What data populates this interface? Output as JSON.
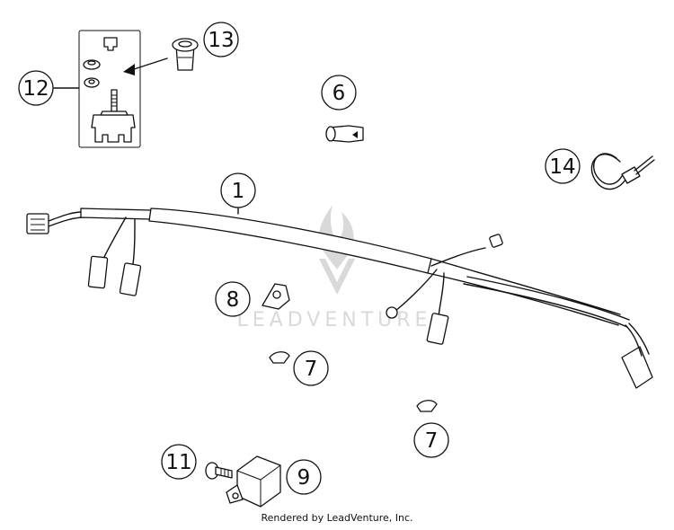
{
  "callouts": [
    {
      "id": "1",
      "label": "1"
    },
    {
      "id": "6",
      "label": "6"
    },
    {
      "id": "7a",
      "label": "7"
    },
    {
      "id": "7b",
      "label": "7"
    },
    {
      "id": "8",
      "label": "8"
    },
    {
      "id": "9",
      "label": "9"
    },
    {
      "id": "11",
      "label": "11"
    },
    {
      "id": "12",
      "label": "12"
    },
    {
      "id": "13",
      "label": "13"
    },
    {
      "id": "14",
      "label": "14"
    }
  ],
  "watermark": "LEADVENTURE",
  "footer": "Rendered by LeadVenture, Inc."
}
